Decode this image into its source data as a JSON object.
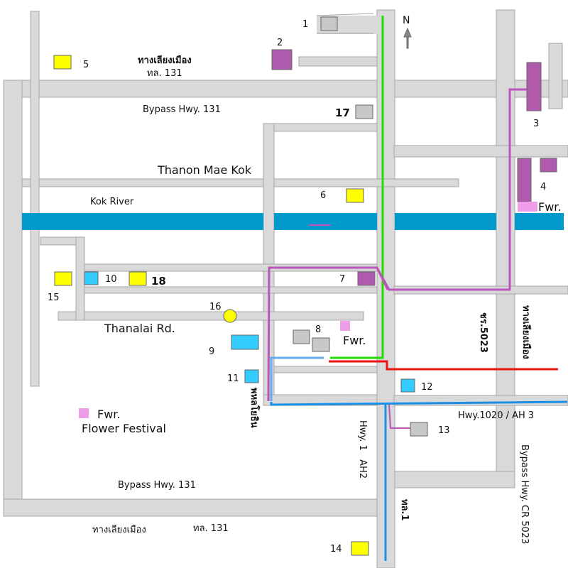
{
  "colors": {
    "road_fill": "#d9d9d9",
    "road_outline": "#a6a6a6",
    "river": "#0099cc",
    "marker_gray": "#c8c8c8",
    "marker_purple": "#b05aae",
    "marker_yellow": "#ffff00",
    "marker_blue": "#33ccff",
    "marker_pink": "#ef9ce9",
    "route_green": "#22dd00",
    "route_red": "#ee1111",
    "route_purple": "#bb55bb",
    "route_blue": "#1a8fe6",
    "route_light_blue": "#66aaee"
  },
  "compass": {
    "label": "N",
    "icon": "north-arrow-icon"
  },
  "road_labels": {
    "thai_bypass_top_1": "ทางเลียงเมือง",
    "thai_bypass_top_2": "ทล. 131",
    "bypass_top": "Bypass Hwy. 131",
    "thanon_mae_kok": "Thanon Mae Kok",
    "kok_river": "Kok River",
    "thanalai": "Thanalai Rd.",
    "thai_phahonyothin": "พหลโยธิน",
    "hwy1_ah2": "Hwy. 1   AH2",
    "thai_hwy1": "ทล.1",
    "bypass_bottom": "Bypass Hwy. 131",
    "thai_bypass_bottom_1": "ทางเลียงเมือง",
    "thai_bypass_bottom_2": "ทล. 131",
    "hwy1020": "Hwy.1020 / AH 3",
    "thai_cr5023": "ชร.5023",
    "thai_bypass_right": "ทางเลียงเมือง",
    "bypass_cr5023": "Bypass Hwy. CR 5023"
  },
  "markers": {
    "m1": "1",
    "m2": "2",
    "m3": "3",
    "m4": "4",
    "m5": "5",
    "m6": "6",
    "m7": "7",
    "m8": "8",
    "m9": "9",
    "m10": "10",
    "m11": "11",
    "m12": "12",
    "m13": "13",
    "m14": "14",
    "m15": "15",
    "m16": "16",
    "m17": "17",
    "m18": "18"
  },
  "fireworks": {
    "near_4": "Fwr.",
    "near_8": "Fwr.",
    "legend": "Fwr.",
    "legend_desc": "Flower Festival"
  }
}
